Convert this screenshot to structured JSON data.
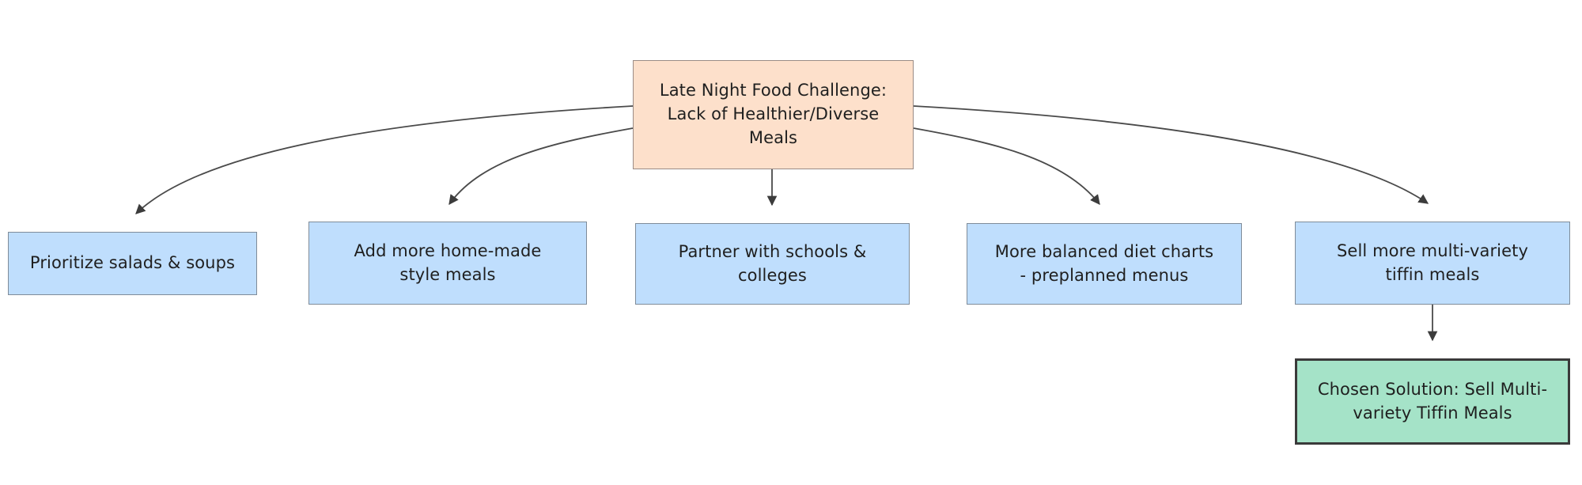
{
  "diagram": {
    "type": "flowchart",
    "orientation": "top-down",
    "root": {
      "id": "challenge",
      "label": "Late Night Food Challenge:\nLack of Healthier/Diverse\nMeals",
      "fill": "#fde0cb",
      "stroke": "#9b8c86"
    },
    "options": [
      {
        "id": "opt-salads",
        "label": "Prioritize salads & soups",
        "fill": "#bfdefd",
        "stroke": "#7f8c99"
      },
      {
        "id": "opt-homemade",
        "label": "Add more home-made\nstyle meals",
        "fill": "#bfdefd",
        "stroke": "#7f8c99"
      },
      {
        "id": "opt-schools",
        "label": "Partner with schools &\ncolleges",
        "fill": "#bfdefd",
        "stroke": "#7f8c99"
      },
      {
        "id": "opt-charts",
        "label": "More balanced diet charts\n- preplanned menus",
        "fill": "#bfdefd",
        "stroke": "#7f8c99"
      },
      {
        "id": "opt-tiffin",
        "label": "Sell more multi-variety\ntiffin meals",
        "fill": "#bfdefd",
        "stroke": "#7f8c99"
      }
    ],
    "solution": {
      "id": "chosen-solution",
      "label": "Chosen Solution: Sell Multi-\nvariety Tiffin Meals",
      "fill": "#a5e3c8",
      "stroke": "#3a3a3a"
    },
    "edges": [
      {
        "from": "challenge",
        "to": "opt-salads",
        "style": "curved"
      },
      {
        "from": "challenge",
        "to": "opt-homemade",
        "style": "curved"
      },
      {
        "from": "challenge",
        "to": "opt-schools",
        "style": "straight"
      },
      {
        "from": "challenge",
        "to": "opt-charts",
        "style": "curved"
      },
      {
        "from": "challenge",
        "to": "opt-tiffin",
        "style": "curved"
      },
      {
        "from": "opt-tiffin",
        "to": "chosen-solution",
        "style": "straight"
      }
    ],
    "edge_color": "#4a4a4a",
    "background": "#ffffff"
  }
}
